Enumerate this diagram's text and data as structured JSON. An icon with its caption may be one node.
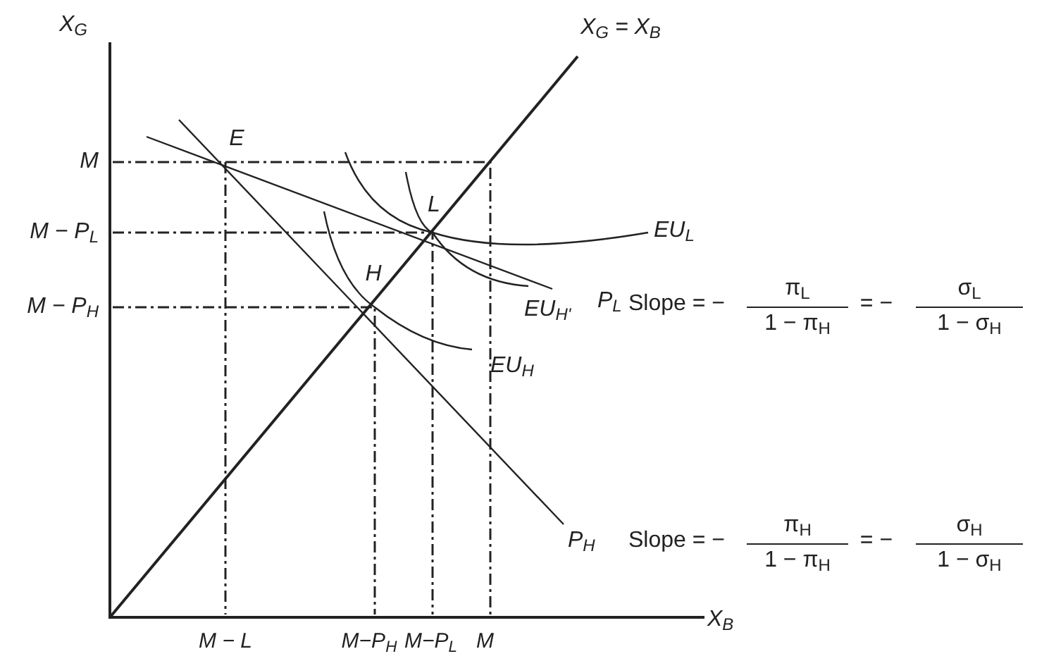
{
  "diagram": {
    "labels": [
      "X$_{G}$",
      "X$_{G}$ = X$_{B}$",
      "M",
      "E",
      "L",
      "M − P$_{L}$",
      "EU$_{L}$",
      "H",
      "EU$_{H'}$",
      "P$_{L}$",
      "Slope = −",
      "π$_{L}$",
      "1 − π$_{H}$",
      "= −",
      "σ$_{L}$",
      "1 − σ$_{H}$",
      "M − P$_{H}$",
      "EU$_{H}$",
      "P$_{H}$",
      "Slope = −",
      "π$_{H}$",
      "1 − π$_{H}$",
      "= −",
      "σ$_{H}$",
      "1 − σ$_{H}$",
      "X$_{B}$",
      "M − L",
      "M−P$_{H}$",
      "M−P$_{L}$",
      "M"
    ]
  }
}
